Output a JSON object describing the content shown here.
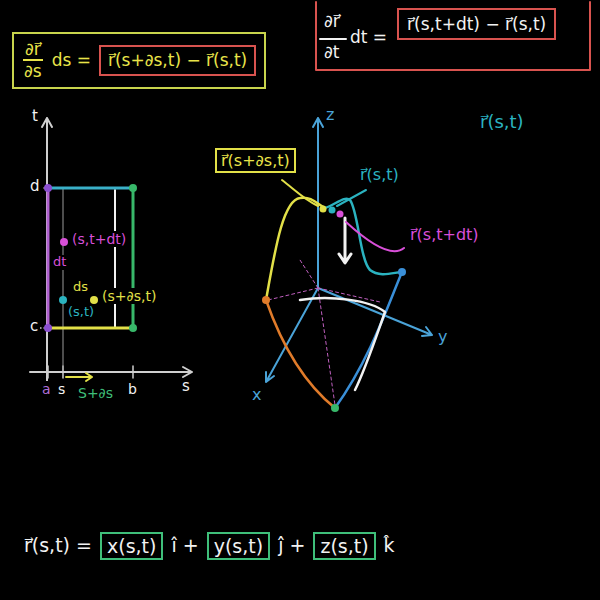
{
  "diagram": {
    "nodes": [
      {
        "text": [
          "∂r⃗",
          "∂s",
          "ds ="
        ]
      },
      {
        "text": [
          "r⃗(s+∂s,t) − r⃗(s,t)"
        ],
        "in": 0
      },
      {
        "text": [
          "r⃗(s,t+dt) − r⃗(s,t)"
        ]
      },
      {
        "text": [
          "r⃗(s+∂s,t)"
        ]
      },
      {
        "text": [
          "x(s,t)"
        ]
      },
      {
        "text": [
          "y(s,t)"
        ]
      },
      {
        "text": [
          "z(s,t)"
        ]
      }
    ],
    "labels": [
      "∂r⃗",
      "∂t",
      "dt =",
      "r⃗(s,t)",
      "t",
      "d",
      "c",
      "a",
      "s",
      "S+∂s",
      "b",
      "s",
      "(s,t+dt)",
      "dt",
      "ds",
      "(s,t)",
      "(s+∂s,t)",
      "z",
      "y",
      "x",
      "r⃗(s,t)",
      "r⃗(s,t+dt)",
      "r⃗(s,t) =",
      "î +",
      "ĵ +",
      "k̂"
    ]
  }
}
